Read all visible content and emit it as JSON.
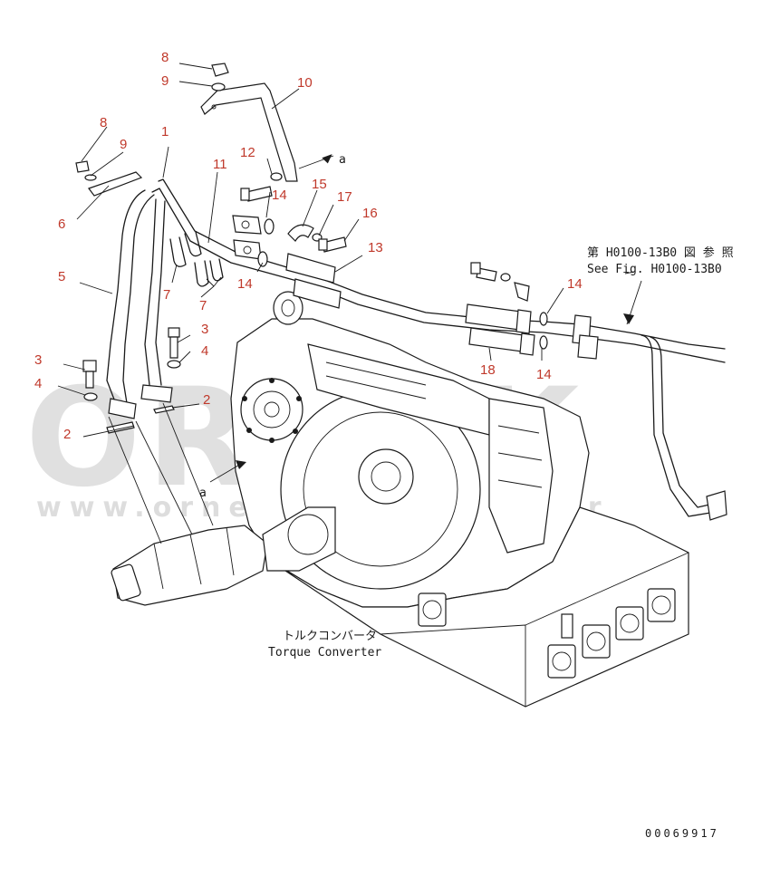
{
  "diagram": {
    "callouts": [
      {
        "id": "c8a",
        "text": "8"
      },
      {
        "id": "c9a",
        "text": "9"
      },
      {
        "id": "c10",
        "text": "10"
      },
      {
        "id": "c8b",
        "text": "8"
      },
      {
        "id": "c9b",
        "text": "9"
      },
      {
        "id": "c1",
        "text": "1"
      },
      {
        "id": "c11",
        "text": "11"
      },
      {
        "id": "c12",
        "text": "12"
      },
      {
        "id": "c6",
        "text": "6"
      },
      {
        "id": "c15",
        "text": "15"
      },
      {
        "id": "c17",
        "text": "17"
      },
      {
        "id": "c16",
        "text": "16"
      },
      {
        "id": "c14a",
        "text": "14"
      },
      {
        "id": "c13",
        "text": "13"
      },
      {
        "id": "c5",
        "text": "5"
      },
      {
        "id": "c7a",
        "text": "7"
      },
      {
        "id": "c7b",
        "text": "7"
      },
      {
        "id": "c14b",
        "text": "14"
      },
      {
        "id": "c14c",
        "text": "14"
      },
      {
        "id": "c3a",
        "text": "3"
      },
      {
        "id": "c4a",
        "text": "4"
      },
      {
        "id": "c3b",
        "text": "3"
      },
      {
        "id": "c4b",
        "text": "4"
      },
      {
        "id": "c2a",
        "text": "2"
      },
      {
        "id": "c2b",
        "text": "2"
      },
      {
        "id": "c18",
        "text": "18"
      },
      {
        "id": "c14d",
        "text": "14"
      }
    ],
    "section_marks": {
      "a_top": "a",
      "a_bottom": "a"
    },
    "reference": {
      "jp": "第 H0100-13B0 図 参 照",
      "en": "See Fig. H0100-13B0"
    },
    "component_label": {
      "jp": "トルクコンバータ",
      "en": "Torque Converter"
    },
    "document_number": "00069917",
    "watermark": {
      "brand": "ORNEK",
      "url": "www.ornekmakina.com.tr"
    }
  }
}
